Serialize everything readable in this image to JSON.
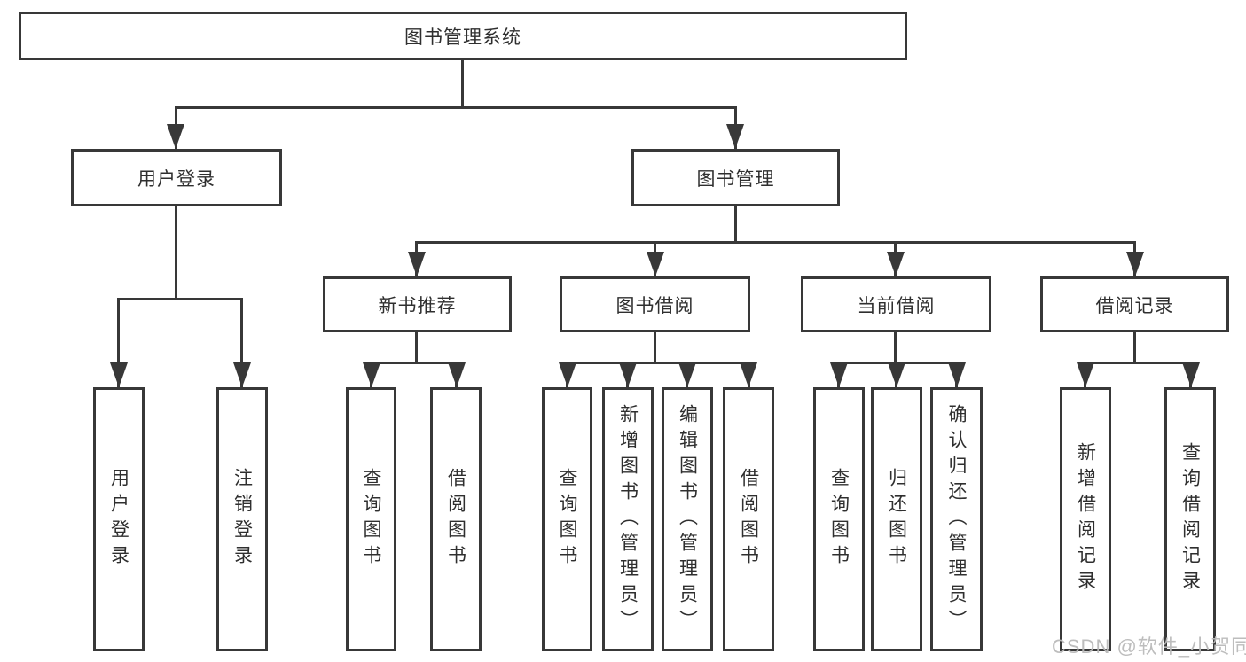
{
  "diagram": {
    "title": {
      "label": "图书管理系统"
    },
    "level2": [
      {
        "label": "用户登录"
      },
      {
        "label": "图书管理"
      }
    ],
    "level3": [
      {
        "label": "新书推荐"
      },
      {
        "label": "图书借阅"
      },
      {
        "label": "当前借阅"
      },
      {
        "label": "借阅记录"
      }
    ],
    "leaves": {
      "login": [
        {
          "label": "用户登录"
        },
        {
          "label": "注销登录"
        }
      ],
      "recommend": [
        {
          "label": "查询图书"
        },
        {
          "label": "借阅图书"
        }
      ],
      "borrow": [
        {
          "label": "查询图书"
        },
        {
          "label": "新增图书（管理员）"
        },
        {
          "label": "编辑图书（管理员）"
        },
        {
          "label": "借阅图书"
        }
      ],
      "current": [
        {
          "label": "查询图书"
        },
        {
          "label": "归还图书"
        },
        {
          "label": "确认归还（管理员）"
        }
      ],
      "records": [
        {
          "label": "新增借阅记录"
        },
        {
          "label": "查询借阅记录"
        }
      ]
    },
    "watermark": {
      "label": "CSDN @软件_小贺同学"
    },
    "colors": {
      "line": "#383838",
      "text": "#2f2f2f",
      "watermark": "#b9b9b9",
      "background": "#ffffff"
    }
  }
}
